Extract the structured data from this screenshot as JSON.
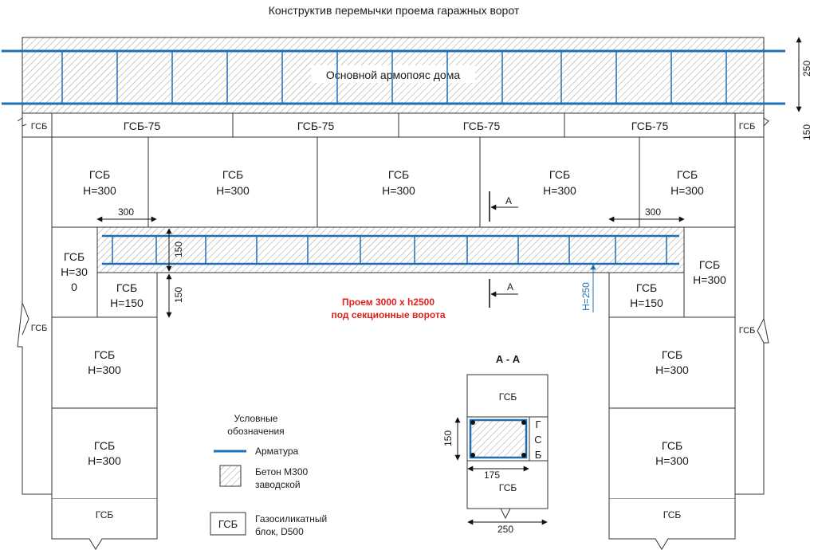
{
  "title": "Конструктив перемычки проема гаражных ворот",
  "belt": {
    "label": "Основной армопояс дома",
    "dim": "250"
  },
  "dim_150_side": "150",
  "gsb75": [
    "ГСБ-75",
    "ГСБ-75",
    "ГСБ-75",
    "ГСБ-75"
  ],
  "gsb_short": "ГСБ",
  "gsb_h": "H=300",
  "gsb_left_line1": "ГСБ",
  "gsb_left_line2": "H=30",
  "gsb_left_line3": "0",
  "gsb_h150": "H=150",
  "dim_300": "300",
  "dim_150": "150",
  "section_mark": "А",
  "h250": "H=250",
  "opening": {
    "line1": "Проем 3000 х h2500",
    "line2": "под секционные ворота",
    "color": "#e0201c"
  },
  "section": {
    "title": "А - А",
    "gsb_vert": [
      "Г",
      "С",
      "Б"
    ],
    "dim_h": "150",
    "dim_inner": "175",
    "dim_total": "250"
  },
  "legend": {
    "title1": "Условные",
    "title2": "обозначения",
    "rebar": "Арматура",
    "concrete1": "Бетон М300",
    "concrete2": "заводской",
    "block_box": "ГСБ",
    "block1": "Газосиликатный",
    "block2": "блок, D500"
  },
  "colors": {
    "rebar": "#1f6fb5",
    "line": "#333333",
    "hatch": "#999999",
    "h250": "#1f6fb5"
  }
}
